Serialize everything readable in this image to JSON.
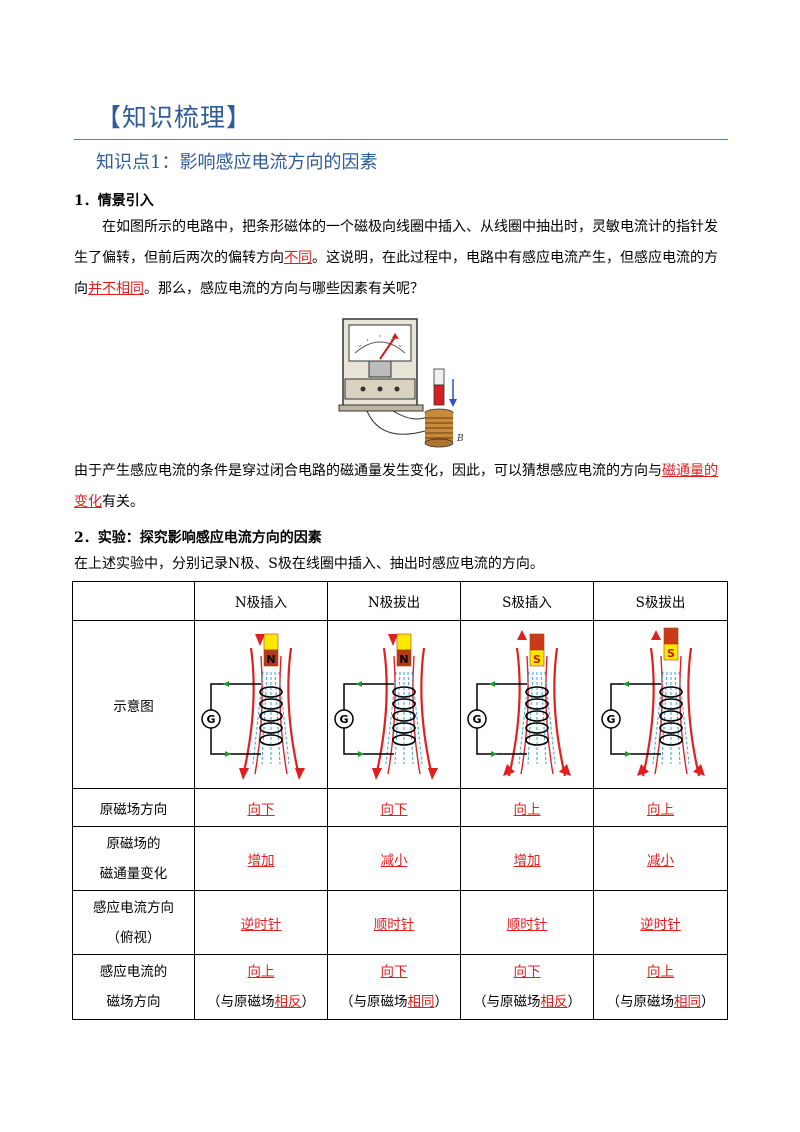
{
  "section_title": "【知识梳理】",
  "knowledge_point": "知识点1：影响感应电流方向的因素",
  "intro": {
    "heading": "1．情景引入",
    "p1_a": "在如图所示的电路中，把条形磁体的一个磁极向线圈中插入、从线圈中抽出时，灵敏电流计的指针发生了偏转，但前后两次的偏转方向",
    "p1_ans1": "不同",
    "p1_b": "。这说明，在此过程中，电路中有感应电流产生，但感应电流的方向",
    "p1_ans2": "并不相同",
    "p1_c": "。那么，感应电流的方向与哪些因素有关呢？",
    "figure_label_b": "B",
    "p2_a": "由于产生感应电流的条件是穿过闭合电路的磁通量发生变化，因此，可以猜想感应电流的方向与",
    "p2_ans": "磁通量的变化",
    "p2_b": "有关。"
  },
  "experiment": {
    "heading": "2．实验：探究影响感应电流方向的因素",
    "desc": "在上述实验中，分别记录N极、S极在线圈中插入、抽出时感应电流的方向。",
    "columns": [
      "N极插入",
      "N极拔出",
      "S极插入",
      "S极拔出"
    ],
    "row_labels": {
      "diagram": "示意图",
      "field_dir": "原磁场方向",
      "flux_change_1": "原磁场的",
      "flux_change_2": "磁通量变化",
      "current_dir_1": "感应电流方向",
      "current_dir_2": "（俯视）",
      "induced_field_1": "感应电流的",
      "induced_field_2": "磁场方向"
    },
    "magnet_labels": [
      "N",
      "N",
      "S",
      "S"
    ],
    "galvanometer_label": "G",
    "field_dir": [
      "向下",
      "向下",
      "向上",
      "向上"
    ],
    "flux_change": [
      "增加",
      "减小",
      "增加",
      "减小"
    ],
    "current_dir": [
      "逆时针",
      "顺时针",
      "顺时针",
      "逆时针"
    ],
    "induced_field": [
      "向上",
      "向下",
      "向下",
      "向上"
    ],
    "relation_prefix": "（与原磁场",
    "relation_suffix": "）",
    "relation": [
      "相反",
      "相同",
      "相反",
      "相同"
    ]
  },
  "colors": {
    "heading_blue": "#2e5c9a",
    "answer_red": "#e02020"
  }
}
